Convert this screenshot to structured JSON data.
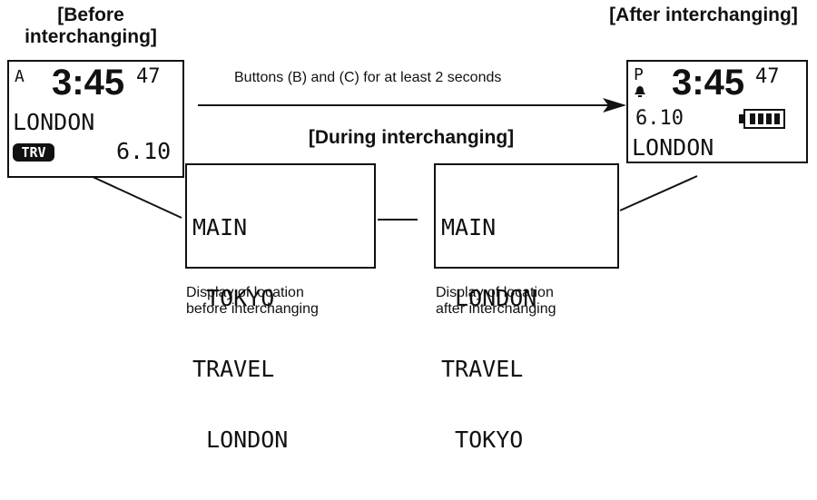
{
  "headers": {
    "before_line1": "[Before",
    "before_line2": "interchanging]",
    "after": "[After interchanging]",
    "during": "[During interchanging]"
  },
  "arrow_label": "Buttons (B) and (C) for at least 2 seconds",
  "before_display": {
    "mode": "A",
    "time": "3:45",
    "seconds": "47",
    "city": "LONDON",
    "badge": "TRV",
    "date": "6.10"
  },
  "after_display": {
    "mode": "P",
    "time": "3:45",
    "seconds": "47",
    "date": "6.10",
    "city": "LONDON",
    "icons": [
      "bell-icon",
      "battery-icon"
    ]
  },
  "during_before": {
    "line1": "MAIN",
    "line2": " TOKYO",
    "line3": "TRAVEL",
    "line4": " LONDON",
    "caption_line1": "Display of location",
    "caption_line2": "before interchanging"
  },
  "during_after": {
    "line1": "MAIN",
    "line2": " LONDON",
    "line3": "TRAVEL",
    "line4": " TOKYO",
    "caption_line1": "Display of location",
    "caption_line2": "after interchanging"
  }
}
